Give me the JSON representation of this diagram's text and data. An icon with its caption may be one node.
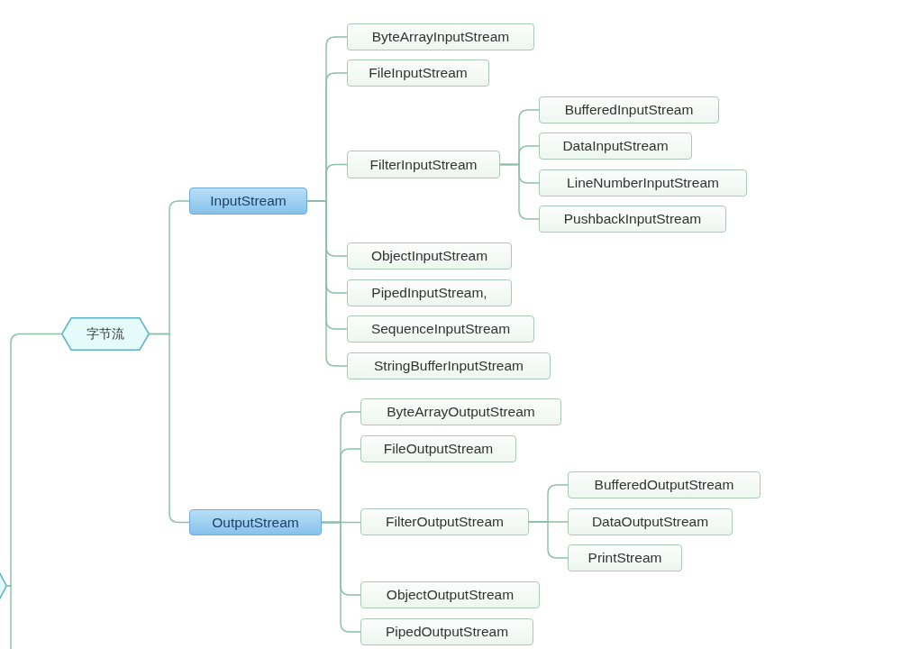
{
  "diagram": {
    "nodes": [
      {
        "text": [
          "字节流"
        ]
      },
      {
        "text": [
          "InputStream"
        ]
      },
      {
        "text": [
          "ByteArrayInputStream"
        ]
      },
      {
        "text": [
          "FileInputStream"
        ]
      },
      {
        "text": [
          "FilterInputStream"
        ]
      },
      {
        "text": [
          "BufferedInputStream"
        ]
      },
      {
        "text": [
          "DataInputStream"
        ]
      },
      {
        "text": [
          "LineNumberInputStream"
        ]
      },
      {
        "text": [
          "PushbackInputStream"
        ]
      },
      {
        "text": [
          "ObjectInputStream"
        ]
      },
      {
        "text": [
          "PipedInputStream,"
        ]
      },
      {
        "text": [
          "SequenceInputStream"
        ]
      },
      {
        "text": [
          "StringBufferInputStream"
        ]
      },
      {
        "text": [
          "OutputStream"
        ]
      },
      {
        "text": [
          "ByteArrayOutputStream"
        ]
      },
      {
        "text": [
          "FileOutputStream"
        ]
      },
      {
        "text": [
          "FilterOutputStream"
        ]
      },
      {
        "text": [
          "BufferedOutputStream"
        ]
      },
      {
        "text": [
          "DataOutputStream"
        ]
      },
      {
        "text": [
          "PrintStream"
        ]
      },
      {
        "text": [
          "ObjectOutputStream"
        ]
      },
      {
        "text": [
          "PipedOutputStream"
        ]
      },
      {
        "text": [],
        "shape": "hexagon"
      }
    ],
    "edges": [
      {
        "from": 22,
        "to": 0,
        "arrow": "none"
      },
      {
        "from": 22,
        "to": null,
        "arrow": "none"
      },
      {
        "from": 0,
        "to": 1,
        "arrow": "none"
      },
      {
        "from": 0,
        "to": 13,
        "arrow": "none"
      },
      {
        "from": 1,
        "to": 2,
        "arrow": "none"
      },
      {
        "from": 1,
        "to": 3,
        "arrow": "none"
      },
      {
        "from": 1,
        "to": 4,
        "arrow": "none"
      },
      {
        "from": 1,
        "to": 9,
        "arrow": "none"
      },
      {
        "from": 1,
        "to": 10,
        "arrow": "none"
      },
      {
        "from": 1,
        "to": 11,
        "arrow": "none"
      },
      {
        "from": 1,
        "to": 12,
        "arrow": "none"
      },
      {
        "from": 4,
        "to": 5,
        "arrow": "none"
      },
      {
        "from": 4,
        "to": 6,
        "arrow": "none"
      },
      {
        "from": 4,
        "to": 7,
        "arrow": "none"
      },
      {
        "from": 4,
        "to": 8,
        "arrow": "none"
      },
      {
        "from": 13,
        "to": 14,
        "arrow": "none"
      },
      {
        "from": 13,
        "to": 15,
        "arrow": "none"
      },
      {
        "from": 13,
        "to": 16,
        "arrow": "none"
      },
      {
        "from": 13,
        "to": 20,
        "arrow": "none"
      },
      {
        "from": 13,
        "to": 21,
        "arrow": "none"
      },
      {
        "from": 16,
        "to": 17,
        "arrow": "none"
      },
      {
        "from": 16,
        "to": 18,
        "arrow": "none"
      },
      {
        "from": 16,
        "to": 19,
        "arrow": "none"
      }
    ]
  }
}
